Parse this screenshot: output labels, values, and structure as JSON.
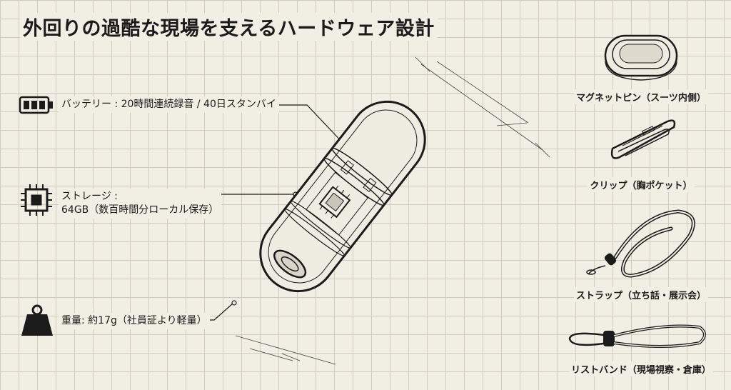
{
  "title": "外回りの過酷な現場を支えるハードウェア設計",
  "specs": {
    "battery": {
      "text": "バッテリー : 20時間連続録音 / 40日スタンバイ",
      "icon": "battery-icon"
    },
    "storage": {
      "line1": "ストレージ :",
      "line2": "64GB（数百時間分ローカル保存）",
      "icon": "chip-icon"
    },
    "weight": {
      "text": "重量: 約17g（社員証より軽量）",
      "icon": "weight-icon"
    }
  },
  "accessories": [
    {
      "label": "マグネットピン（スーツ内側）",
      "icon": "magnet-pin-icon"
    },
    {
      "label": "クリップ（胸ポケット）",
      "icon": "clip-icon"
    },
    {
      "label": "ストラップ（立ち話・展示会）",
      "icon": "strap-icon"
    },
    {
      "label": "リストバンド（現場視察・倉庫）",
      "icon": "wristband-icon"
    }
  ],
  "colors": {
    "ink": "#1b1b1b",
    "paper": "#f1eee4",
    "grid": "#cfcbbf"
  }
}
